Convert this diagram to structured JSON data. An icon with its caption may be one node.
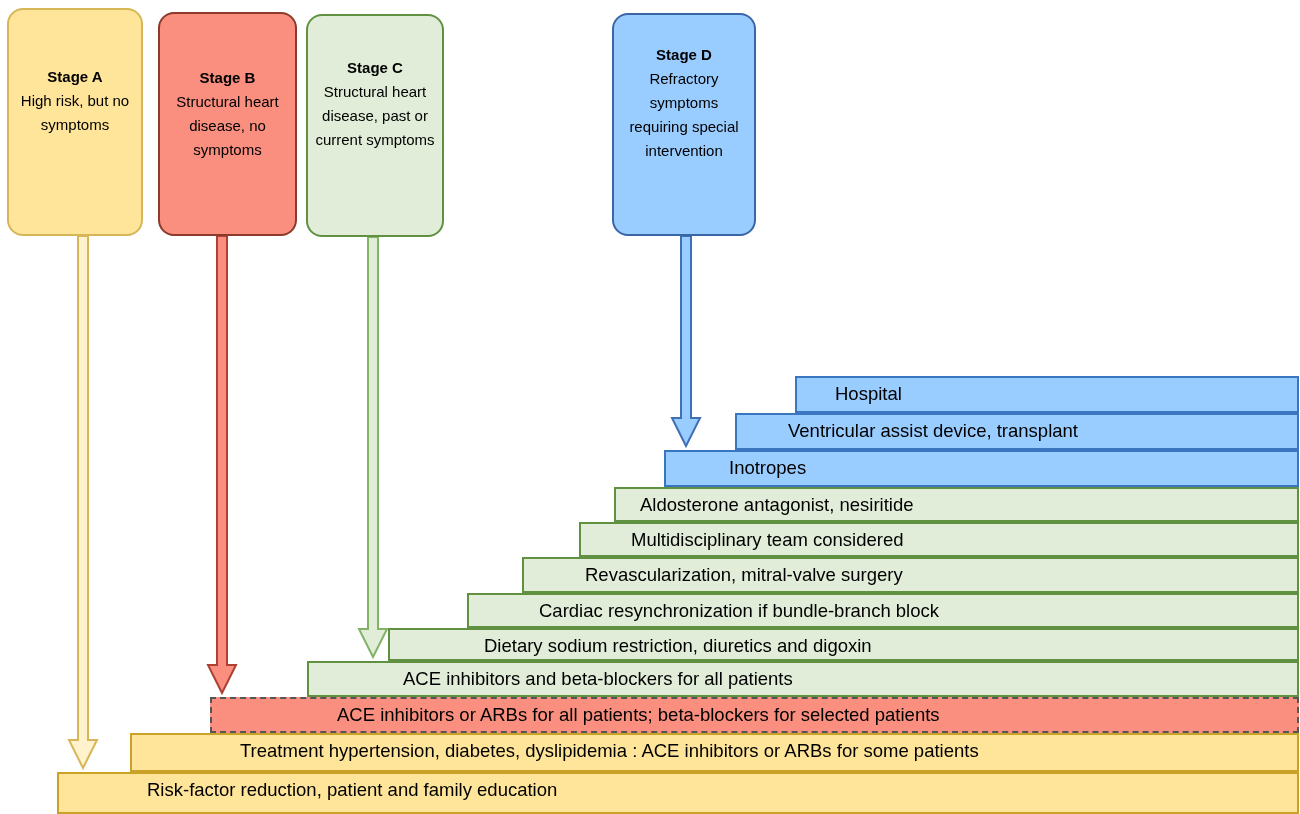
{
  "diagram": {
    "nodes": [
      {
        "text": [
          "Stage A",
          "High risk, but no symptoms"
        ]
      },
      {
        "text": [
          "Stage B",
          "Structural heart disease, no symptoms"
        ]
      },
      {
        "text": [
          "Stage C",
          "Structural heart disease, past or current symptoms"
        ]
      },
      {
        "text": [
          "Stage D",
          "Refractory symptoms requiring special intervention"
        ]
      },
      {
        "text": [
          "Hospital"
        ]
      },
      {
        "text": [
          "Ventricular assist device, transplant"
        ]
      },
      {
        "text": [
          "Inotropes"
        ]
      },
      {
        "text": [
          "Aldosterone antagonist, nesiritide"
        ]
      },
      {
        "text": [
          "Multidisciplinary team considered"
        ]
      },
      {
        "text": [
          "Revascularization, mitral-valve surgery"
        ]
      },
      {
        "text": [
          "Cardiac resynchronization if bundle-branch block"
        ]
      },
      {
        "text": [
          "Dietary sodium restriction, diuretics and digoxin"
        ]
      },
      {
        "text": [
          "ACE inhibitors and beta-blockers for all patients"
        ]
      },
      {
        "text": [
          "ACE inhibitors or ARBs for all patients; beta-blockers for selected patients"
        ]
      },
      {
        "text": [
          "Treatment hypertension, diabetes, dyslipidemia : ACE inhibitors or ARBs for some patients"
        ]
      },
      {
        "text": [
          "Risk-factor reduction, patient and family education"
        ]
      }
    ],
    "edges": [
      {
        "from": 0,
        "to": 15,
        "arrow": "to",
        "color": "#d6b656"
      },
      {
        "from": 1,
        "to": 13,
        "arrow": "to",
        "color": "#ae4132"
      },
      {
        "from": 2,
        "to": 12,
        "arrow": "to",
        "color": "#82b366"
      },
      {
        "from": 3,
        "to": 6,
        "arrow": "to",
        "color": "#3f6fb5"
      }
    ]
  }
}
